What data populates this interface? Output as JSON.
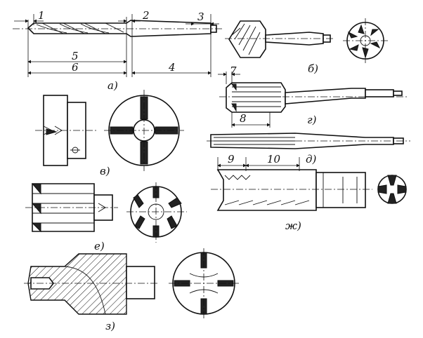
{
  "dimension_labels": {
    "d1": "1",
    "d2": "2",
    "d3": "3",
    "d4": "4",
    "d5": "5",
    "d6": "6",
    "d7": "7",
    "d8": "8",
    "d9": "9",
    "d10": "10"
  },
  "view_labels": {
    "a": "а)",
    "b": "б)",
    "v": "в)",
    "g": "г)",
    "d": "д)",
    "e": "е)",
    "zh": "ж)",
    "z": "з)"
  }
}
